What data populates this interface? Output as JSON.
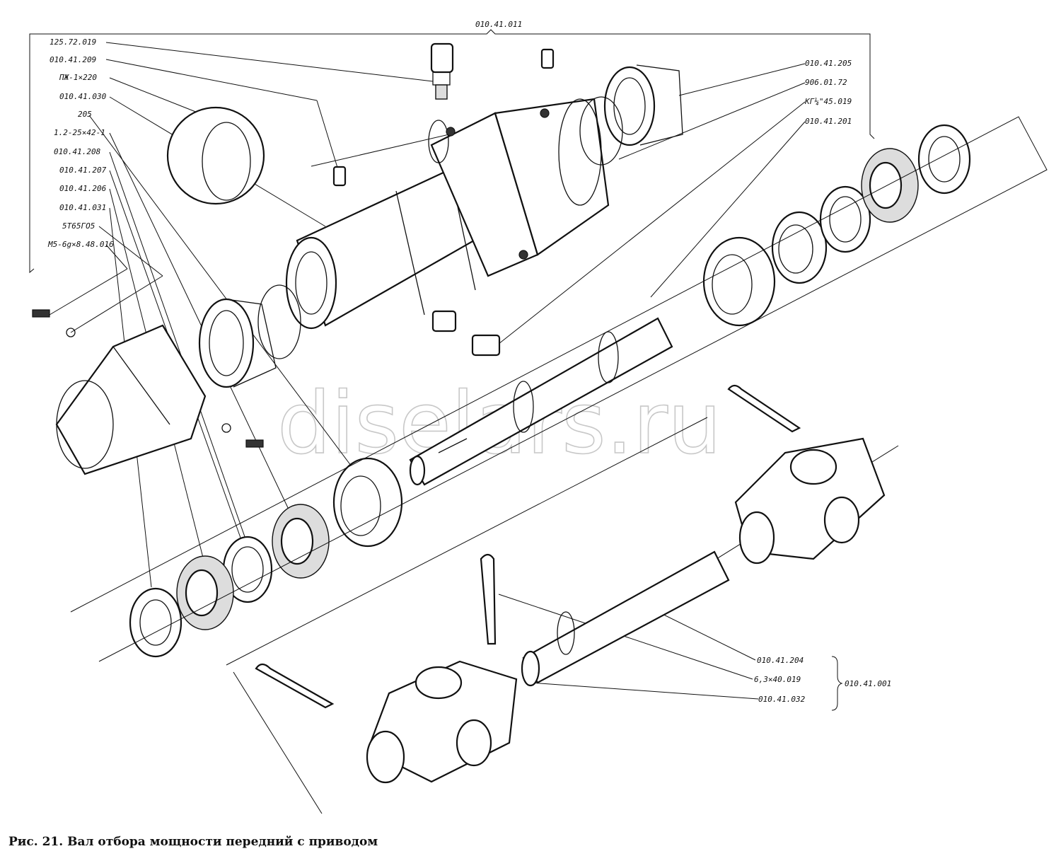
{
  "diagram": {
    "assembly_label_top": "010.41.011",
    "assembly_label_right": "010.41.001",
    "watermark": "diselars.ru",
    "labels_left": [
      "125.72.019",
      "010.41.209",
      "ПЖ-1×220",
      "010.41.030",
      "205",
      "1.2-25×42-1",
      "010.41.208",
      "010.41.207",
      "010.41.206",
      "010.41.031",
      "5Т65ГО5",
      "М5-6g×8.48.016"
    ],
    "labels_right": [
      "010.41.205",
      "906.01.72",
      "КГ¼\"45.019",
      "010.41.201"
    ],
    "labels_bottom": [
      "010.41.204",
      "6,3×40.019",
      "010.41.032"
    ]
  },
  "caption": "Рис. 21. Вал отбора мощности передний с приводом"
}
